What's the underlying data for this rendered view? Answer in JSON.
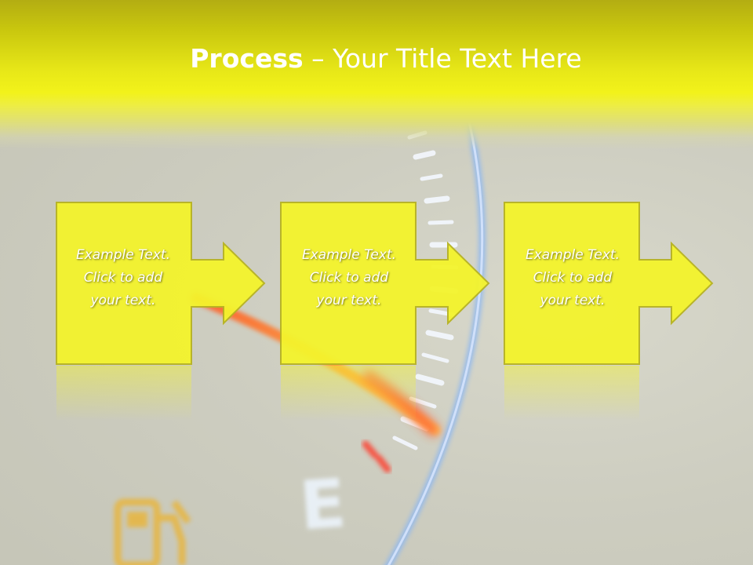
{
  "slide": {
    "title_bold": "Process",
    "title_rest": " – Your Title Text Here",
    "gauge_letter": "E",
    "steps": [
      {
        "lines": [
          "Example Text.",
          "Click  to add",
          "your text."
        ]
      },
      {
        "lines": [
          "Example Text.",
          "Click  to add",
          "your text."
        ]
      },
      {
        "lines": [
          "Example Text.",
          "Click  to add",
          "your text."
        ]
      }
    ]
  },
  "colors": {
    "box_fill": "#f4f42c",
    "box_stroke": "#b7b322",
    "header_yellow": "#f2f21a",
    "gauge_blue": "#8fb8f0",
    "needle_orange": "#ff7a2a",
    "fuel_icon": "#e8b53c"
  },
  "icons": {
    "fuel_pump": "fuel-pump-icon",
    "gauge": "fuel-gauge-graphic"
  }
}
